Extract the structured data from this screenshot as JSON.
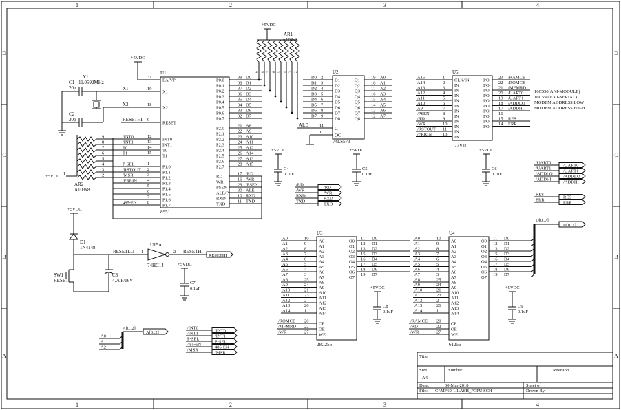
{
  "border": {
    "columns": [
      "1",
      "2",
      "3",
      "4"
    ],
    "rows": [
      "D",
      "C",
      "B",
      "A"
    ]
  },
  "power_label": "+5VDC",
  "u1": {
    "ref": "U1",
    "part": "8951",
    "left_pins": [
      {
        "net": "",
        "num": "31",
        "name": "EA/VP"
      },
      {
        "net": "X1",
        "num": "19",
        "name": "X1"
      },
      {
        "net": "X2",
        "num": "18",
        "name": "X2"
      },
      {
        "net": "RESETHI",
        "num": "9",
        "name": "RESET"
      },
      {
        "net": "/INT0",
        "num": "12",
        "name": "INT0"
      },
      {
        "net": "/INT1",
        "num": "13",
        "name": "INT1"
      },
      {
        "net": "T0",
        "num": "14",
        "name": "T0"
      },
      {
        "net": "T1",
        "num": "15",
        "name": "T1"
      },
      {
        "net": "P-SEL",
        "num": "1",
        "name": "P1.0"
      },
      {
        "net": "/RSTOUT",
        "num": "2",
        "name": "P1.1"
      },
      {
        "net": "/MSR",
        "num": "3",
        "name": "P1.2"
      },
      {
        "net": "/FRRIN",
        "num": "4",
        "name": "P1.3"
      },
      {
        "net": "",
        "num": "5",
        "name": "P1.4"
      },
      {
        "net": "",
        "num": "6",
        "name": "P1.5"
      },
      {
        "net": "",
        "num": "7",
        "name": "P1.6"
      },
      {
        "net": "485-EN",
        "num": "8",
        "name": "P1.7"
      }
    ],
    "right_pins": [
      {
        "name": "P0.0",
        "num": "39",
        "net": "D0"
      },
      {
        "name": "P0.1",
        "num": "38",
        "net": "D1"
      },
      {
        "name": "P0.2",
        "num": "37",
        "net": "D2"
      },
      {
        "name": "P0.3",
        "num": "36",
        "net": "D3"
      },
      {
        "name": "P0.4",
        "num": "35",
        "net": "D4"
      },
      {
        "name": "P0.5",
        "num": "34",
        "net": "D5"
      },
      {
        "name": "P0.6",
        "num": "33",
        "net": "D6"
      },
      {
        "name": "P0.7",
        "num": "32",
        "net": "D7"
      },
      {
        "name": "P2.0",
        "num": "21",
        "net": "A8"
      },
      {
        "name": "P2.1",
        "num": "22",
        "net": "A9"
      },
      {
        "name": "P2.2",
        "num": "23",
        "net": "A10"
      },
      {
        "name": "P2.3",
        "num": "24",
        "net": "A11"
      },
      {
        "name": "P2.4",
        "num": "25",
        "net": "A12"
      },
      {
        "name": "P2.5",
        "num": "26",
        "net": "A14"
      },
      {
        "name": "P2.6",
        "num": "27",
        "net": "A13"
      },
      {
        "name": "P2.7",
        "num": "28",
        "net": "A15"
      },
      {
        "name": "RD",
        "num": "17",
        "net": "/RD"
      },
      {
        "name": "WR",
        "num": "16",
        "net": "/WR"
      },
      {
        "name": "PSEN",
        "num": "29",
        "net": "/PSEN"
      },
      {
        "name": "ALE/P",
        "num": "30",
        "net": "ALE"
      },
      {
        "name": "RXD",
        "num": "10",
        "net": "RXD"
      },
      {
        "name": "TXD",
        "num": "11",
        "net": "TXD"
      }
    ]
  },
  "crystal": {
    "ref": "Y1",
    "value": "11.0592MHz",
    "c1_ref": "C1",
    "c1_val": "20p",
    "c2_ref": "C2",
    "c2_val": "20p"
  },
  "ar1": {
    "ref": "AR1",
    "value": "A103x8",
    "pin_nums": [
      "9",
      "8",
      "7",
      "6",
      "5",
      "4",
      "3",
      "2"
    ]
  },
  "ar2": {
    "ref": "AR2",
    "value": "A103x8",
    "pins": [
      "9",
      "8",
      "7",
      "6",
      "5",
      "4",
      "3",
      "2"
    ],
    "common_pin": "1"
  },
  "u2": {
    "ref": "U2",
    "part": "74LS573",
    "inputs": [
      {
        "num": "2",
        "name": "D1"
      },
      {
        "num": "3",
        "name": "D2"
      },
      {
        "num": "4",
        "name": "D3"
      },
      {
        "num": "5",
        "name": "D4"
      },
      {
        "num": "6",
        "name": "D5"
      },
      {
        "num": "7",
        "name": "D6"
      },
      {
        "num": "8",
        "name": "D7"
      },
      {
        "num": "9",
        "name": "D8"
      }
    ],
    "outputs": [
      {
        "name": "Q1",
        "num": "19",
        "net": "A0"
      },
      {
        "name": "Q2",
        "num": "18",
        "net": "A1"
      },
      {
        "name": "Q3",
        "num": "17",
        "net": "A2"
      },
      {
        "name": "Q4",
        "num": "16",
        "net": "A3"
      },
      {
        "name": "Q5",
        "num": "15",
        "net": "A4"
      },
      {
        "name": "Q6",
        "num": "14",
        "net": "A5"
      },
      {
        "name": "Q7",
        "num": "13",
        "net": "A6"
      },
      {
        "name": "Q8",
        "num": "12",
        "net": "A7"
      }
    ],
    "c_pin": {
      "net": "ALE",
      "num": "11",
      "name": "C"
    },
    "oc_pin": {
      "num": "1",
      "name": "OC"
    }
  },
  "u5": {
    "ref": "U5",
    "part": "22V10",
    "left_pins": [
      {
        "net": "A15",
        "num": "1",
        "name": "CLK/IN"
      },
      {
        "net": "A14",
        "num": "2",
        "name": "IN"
      },
      {
        "net": "A13",
        "num": "3",
        "name": "IN"
      },
      {
        "net": "A12",
        "num": "4",
        "name": "IN"
      },
      {
        "net": "A11",
        "num": "5",
        "name": "IN"
      },
      {
        "net": "A10",
        "num": "6",
        "name": "IN"
      },
      {
        "net": "A9",
        "num": "7",
        "name": "IN"
      },
      {
        "net": "/PSEN",
        "num": "8",
        "name": "IN"
      },
      {
        "net": "/RD",
        "num": "9",
        "name": "IN"
      },
      {
        "net": "/WR",
        "num": "10",
        "name": "IN"
      },
      {
        "net": "/RSTOUT",
        "num": "11",
        "name": "IN"
      },
      {
        "net": "/FRRIN",
        "num": "13",
        "name": "IN"
      }
    ],
    "right_pins": [
      {
        "name": "I/O",
        "num": "23",
        "net": "/RAMCE"
      },
      {
        "name": "I/O",
        "num": "22",
        "net": "/ROMCE"
      },
      {
        "name": "I/O",
        "num": "21",
        "net": "/MFMRD"
      },
      {
        "name": "I/O",
        "num": "20",
        "net": "/UART0"
      },
      {
        "name": "I/O",
        "num": "19",
        "net": "/UART1"
      },
      {
        "name": "I/O",
        "num": "18",
        "net": "/ADDLO"
      },
      {
        "name": "I/O",
        "num": "17",
        "net": "/ADDHI"
      },
      {
        "name": "I/O",
        "num": "16",
        "net": ""
      },
      {
        "name": "I/O",
        "num": "15",
        "net": "RES"
      },
      {
        "name": "I/O",
        "num": "14",
        "net": "ERR"
      }
    ],
    "notes": [
      "16C550(ANI-MODULE)",
      "16C550(EXT-SERIAL)",
      "MODEM ADDRESS LOW",
      "MODEM ADDRESS HIGH"
    ]
  },
  "decoupling": [
    {
      "ref": "C4",
      "value": "0.1uF"
    },
    {
      "ref": "C5",
      "value": "0.1uF"
    },
    {
      "ref": "C6",
      "value": "0.1uF"
    },
    {
      "ref": "C7",
      "value": "0.1uF"
    },
    {
      "ref": "C8",
      "value": "0.1uF"
    },
    {
      "ref": "C9",
      "value": "0.1uF"
    }
  ],
  "u3": {
    "ref": "U3",
    "part": "28C256",
    "addr": [
      {
        "net": "A0",
        "num": "10",
        "name": "A0"
      },
      {
        "net": "A1",
        "num": "9",
        "name": "A1"
      },
      {
        "net": "A2",
        "num": "8",
        "name": "A2"
      },
      {
        "net": "A3",
        "num": "7",
        "name": "A3"
      },
      {
        "net": "A4",
        "num": "6",
        "name": "A4"
      },
      {
        "net": "A5",
        "num": "5",
        "name": "A5"
      },
      {
        "net": "A6",
        "num": "4",
        "name": "A6"
      },
      {
        "net": "A7",
        "num": "3",
        "name": "A7"
      },
      {
        "net": "A8",
        "num": "25",
        "name": "A8"
      },
      {
        "net": "A9",
        "num": "24",
        "name": "A9"
      },
      {
        "net": "A10",
        "num": "21",
        "name": "A10"
      },
      {
        "net": "A11",
        "num": "23",
        "name": "A11"
      },
      {
        "net": "A12",
        "num": "2",
        "name": "A12"
      },
      {
        "net": "A13",
        "num": "26",
        "name": "A13"
      },
      {
        "net": "A14",
        "num": "1",
        "name": "A14"
      }
    ],
    "data": [
      {
        "name": "O0",
        "num": "11",
        "net": "D0"
      },
      {
        "name": "O1",
        "num": "12",
        "net": "D1"
      },
      {
        "name": "O2",
        "num": "13",
        "net": "D2"
      },
      {
        "name": "O3",
        "num": "15",
        "net": "D3"
      },
      {
        "name": "O4",
        "num": "16",
        "net": "D4"
      },
      {
        "name": "O5",
        "num": "17",
        "net": "D5"
      },
      {
        "name": "O6",
        "num": "18",
        "net": "D6"
      },
      {
        "name": "O7",
        "num": "19",
        "net": "D7"
      }
    ],
    "ctrl": [
      {
        "net": "/ROMCE",
        "num": "20",
        "name": "CE"
      },
      {
        "net": "/MFMRD",
        "num": "22",
        "name": "OE"
      },
      {
        "net": "/WR",
        "num": "27",
        "name": "WE"
      }
    ]
  },
  "u4": {
    "ref": "U4",
    "part": "61256",
    "addr": [
      {
        "net": "A0",
        "num": "10",
        "name": "A0"
      },
      {
        "net": "A1",
        "num": "9",
        "name": "A1"
      },
      {
        "net": "A2",
        "num": "8",
        "name": "A2"
      },
      {
        "net": "A3",
        "num": "7",
        "name": "A3"
      },
      {
        "net": "A4",
        "num": "6",
        "name": "A4"
      },
      {
        "net": "A5",
        "num": "5",
        "name": "A5"
      },
      {
        "net": "A6",
        "num": "4",
        "name": "A6"
      },
      {
        "net": "A7",
        "num": "3",
        "name": "A7"
      },
      {
        "net": "A8",
        "num": "25",
        "name": "A8"
      },
      {
        "net": "A9",
        "num": "24",
        "name": "A9"
      },
      {
        "net": "A10",
        "num": "21",
        "name": "A10"
      },
      {
        "net": "A11",
        "num": "23",
        "name": "A11"
      },
      {
        "net": "A12",
        "num": "2",
        "name": "A12"
      },
      {
        "net": "A13",
        "num": "26",
        "name": "A13"
      },
      {
        "net": "A14",
        "num": "1",
        "name": "A14"
      }
    ],
    "data": [
      {
        "name": "O0",
        "num": "11",
        "net": "D0"
      },
      {
        "name": "O1",
        "num": "12",
        "net": "D1"
      },
      {
        "name": "O2",
        "num": "13",
        "net": "D2"
      },
      {
        "name": "O3",
        "num": "15",
        "net": "D3"
      },
      {
        "name": "O4",
        "num": "16",
        "net": "D4"
      },
      {
        "name": "O5",
        "num": "17",
        "net": "D5"
      },
      {
        "name": "O6",
        "num": "18",
        "net": "D6"
      },
      {
        "name": "O7",
        "num": "19",
        "net": "D7"
      }
    ],
    "ctrl": [
      {
        "net": "/RAMCE",
        "num": "20",
        "name": "CE"
      },
      {
        "net": "/RD",
        "num": "22",
        "name": "OE"
      },
      {
        "net": "/WR",
        "num": "27",
        "name": "WE"
      }
    ]
  },
  "reset": {
    "diode_ref": "D1",
    "diode_part": "1N4148",
    "switch_ref": "SW1",
    "switch_label": "RESET",
    "cap_ref": "C3",
    "cap_value": "4.7uF/16V",
    "net_lo": "RESETLO",
    "gate_ref": "U15A",
    "gate_part": "74HC14",
    "pin_in": "1",
    "pin_out": "2",
    "net_hi": "RESETHI"
  },
  "ports_right": [
    "/UART0",
    "/UART1",
    "/ADDLO",
    "/ADDHI",
    "RES",
    "ERR"
  ],
  "ports_bottom": [
    "/INT0",
    "/INT1",
    "P-SEL",
    "485-EN",
    "/MSR"
  ],
  "ports_mid": [
    "/RD",
    "/WR",
    "RXD",
    "TXD"
  ],
  "bus_d": {
    "label": "D[0..7]",
    "port": "D[0..7]"
  },
  "bus_a": {
    "label": "A[0..2]",
    "port": "A[0..2]",
    "nets": [
      "A0",
      "A1",
      "A2"
    ]
  },
  "title_block": {
    "title_label": "Title",
    "size_label": "Size",
    "size_value": "A4",
    "number_label": "Number",
    "revision_label": "Revision",
    "date_label": "Date:",
    "date_value": "30-Mar-2010",
    "sheet_label": "Sheet    of",
    "file_label": "File:",
    "file_value": "C:\\MF69-1.1\\ASH_PCPU.SCH",
    "drawn_label": "Drawn By:"
  }
}
